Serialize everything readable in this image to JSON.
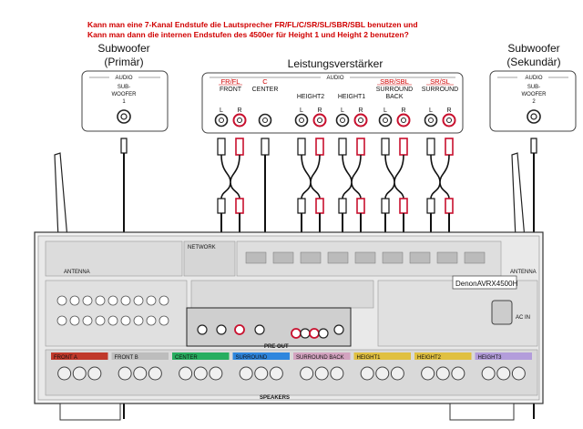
{
  "question": {
    "line1": "Kann man eine 7-Kanal Endstufe die Lautsprecher FR/FL/C/SR/SL/SBR/SBL benutzen und",
    "line2": "Kann man dann die internen Endstufen des 4500er für Height 1 und Height 2 benutzen?"
  },
  "colors": {
    "question": "#d00000",
    "red_label": "#d00000",
    "wire": "#111111",
    "jack_red": "#c8102e"
  },
  "sub_primary": {
    "title_line1": "Subwoofer",
    "title_line2": "(Primär)",
    "audio": "AUDIO",
    "label_line1": "SUB-",
    "label_line2": "WOOFER",
    "label_line3": "1"
  },
  "sub_secondary": {
    "title_line1": "Subwoofer",
    "title_line2": "(Sekundär)",
    "audio": "AUDIO",
    "label_line1": "SUB-",
    "label_line2": "WOOFER",
    "label_line3": "2"
  },
  "amplifier": {
    "title": "Leistungsverstärker",
    "audio": "AUDIO",
    "groups": [
      {
        "red": "FR/FL",
        "name1": "FRONT",
        "name2": "",
        "jacks": [
          "L",
          "R"
        ]
      },
      {
        "red": "C",
        "name1": "CENTER",
        "name2": "",
        "jacks": [
          ""
        ]
      },
      {
        "red": "",
        "name1": "HEIGHT2",
        "name2": "",
        "jacks": [
          "L",
          "R"
        ]
      },
      {
        "red": "",
        "name1": "HEIGHT1",
        "name2": "",
        "jacks": [
          "L",
          "R"
        ]
      },
      {
        "red": "SBR/SBL",
        "name1": "SURROUND",
        "name2": "BACK",
        "jacks": [
          "L",
          "R"
        ]
      },
      {
        "red": "SR/SL",
        "name1": "SURROUND",
        "name2": "",
        "jacks": [
          "L",
          "R"
        ]
      }
    ]
  },
  "receiver": {
    "model_label": "DenonAVRX4500H",
    "ac_in": "AC IN",
    "speakers": "SPEAKERS",
    "network": "NETWORK",
    "preout": "PRE OUT",
    "antenna_left": "ANTENNA",
    "antenna_right": "ANTENNA",
    "speaker_sections": [
      {
        "name": "FRONT A",
        "color": "#c0392b"
      },
      {
        "name": "FRONT B",
        "color": "#bdbdbd"
      },
      {
        "name": "CENTER",
        "color": "#27ae60"
      },
      {
        "name": "SURROUND",
        "color": "#2e86de"
      },
      {
        "name": "SURROUND BACK",
        "color": "#d3a3c0"
      },
      {
        "name": "HEIGHT1",
        "color": "#e0c040"
      },
      {
        "name": "HEIGHT2",
        "color": "#e0c040"
      },
      {
        "name": "HEIGHT3",
        "color": "#b39ddb"
      }
    ]
  }
}
